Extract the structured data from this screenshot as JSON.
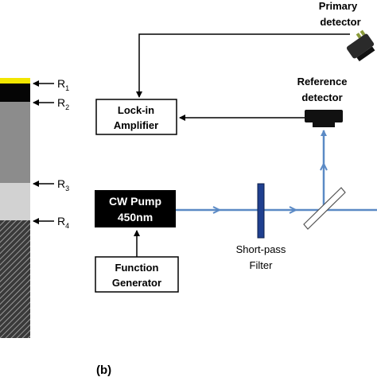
{
  "panel_label": "(b)",
  "sample": {
    "markers": [
      {
        "name": "R",
        "sub": "1"
      },
      {
        "name": "R",
        "sub": "2"
      },
      {
        "name": "R",
        "sub": "3"
      },
      {
        "name": "R",
        "sub": "4"
      }
    ]
  },
  "boxes": {
    "lockin_line1": "Lock-in",
    "lockin_line2": "Amplifier",
    "pump_line1": "CW Pump",
    "pump_line2": "450nm",
    "func_line1": "Function",
    "func_line2": "Generator"
  },
  "labels": {
    "primary_line1": "Primary",
    "primary_line2": "detector",
    "reference_line1": "Reference",
    "reference_line2": "detector",
    "filter_line1": "Short-pass",
    "filter_line2": "Filter"
  },
  "colors": {
    "beam": "#5b8ac5",
    "filter": "#1f3f8f",
    "cap": "#f2e600",
    "detector": "#111111",
    "primary_body": "#2a2a2a",
    "primary_accent": "#8a9a3a"
  }
}
